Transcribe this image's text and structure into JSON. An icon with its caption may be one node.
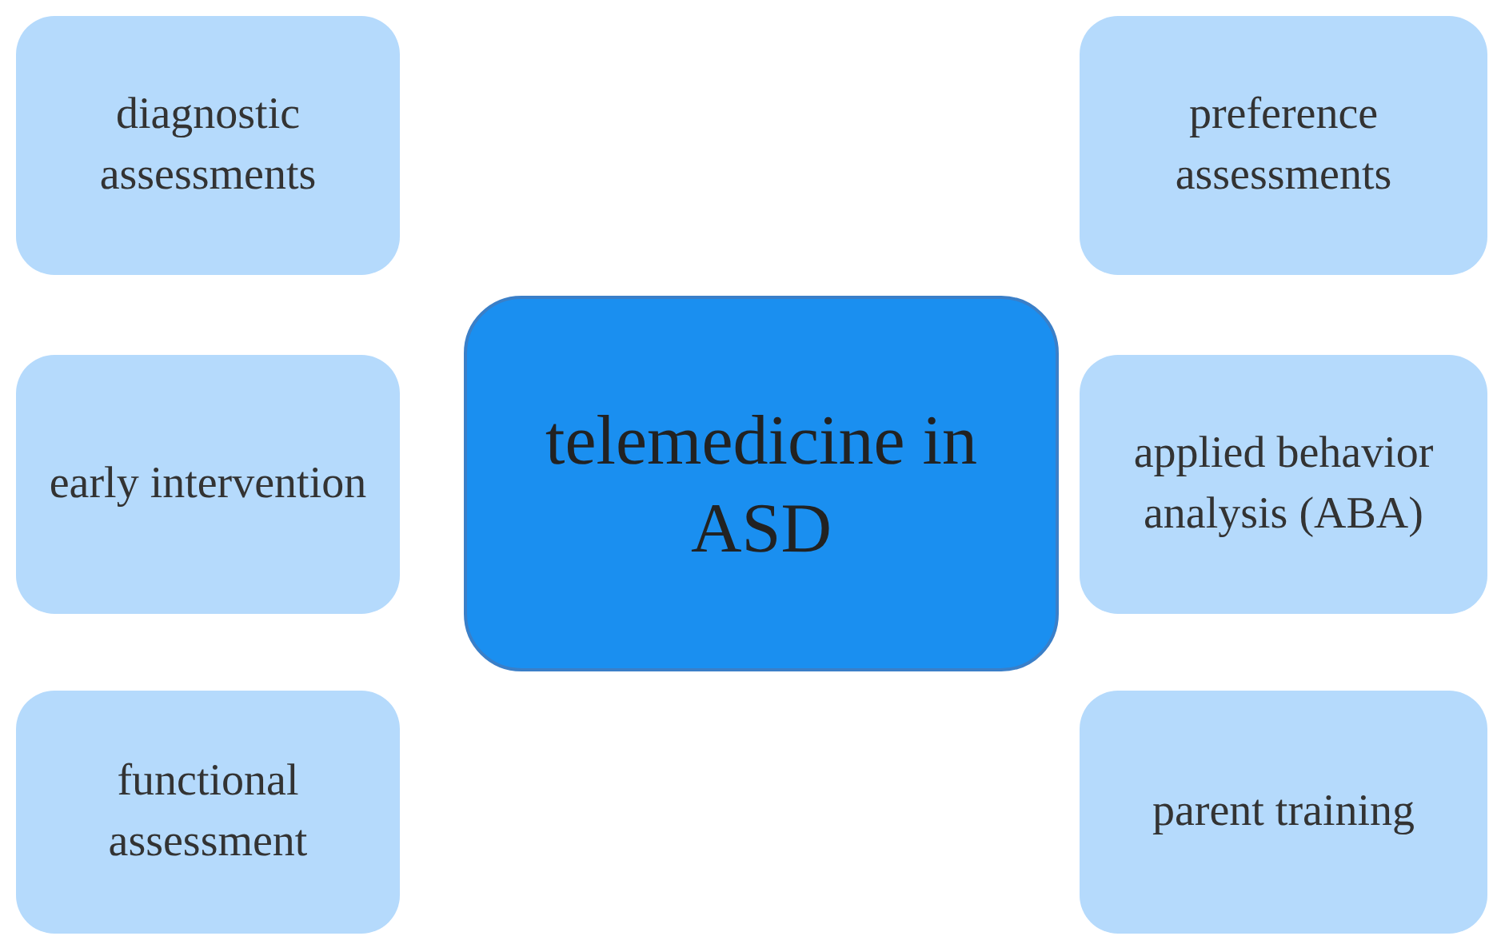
{
  "diagram": {
    "nodes": [
      {
        "text": [
          "telemedicine in ASD"
        ]
      },
      {
        "text": [
          "diagnostic assessments"
        ]
      },
      {
        "text": [
          "early intervention"
        ]
      },
      {
        "text": [
          "functional assessment"
        ]
      },
      {
        "text": [
          "preference assessments"
        ]
      },
      {
        "text": [
          "applied behavior analysis (ABA)"
        ]
      },
      {
        "text": [
          "parent training"
        ]
      }
    ]
  }
}
